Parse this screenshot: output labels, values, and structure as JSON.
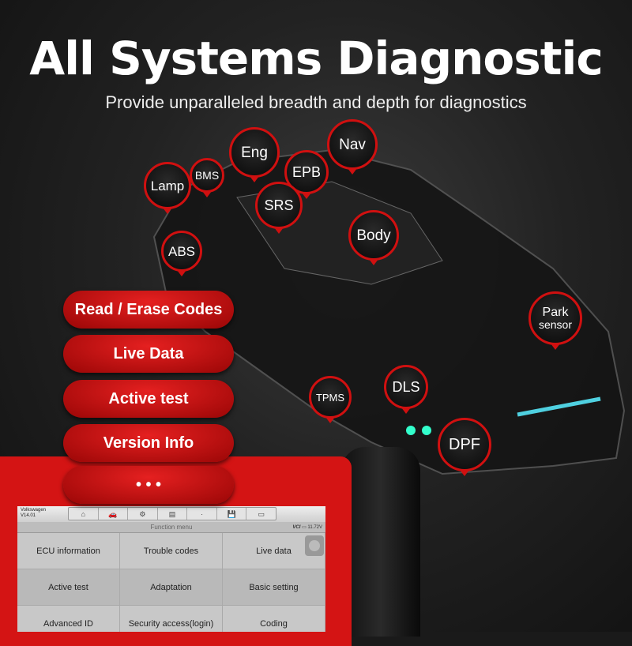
{
  "title": "All Systems Diagnostic",
  "subtitle": "Provide unparalleled breadth and depth for diagnostics",
  "badges": {
    "lamp": "Lamp",
    "bms": "BMS",
    "eng": "Eng",
    "epb": "EPB",
    "nav": "Nav",
    "srs": "SRS",
    "body": "Body",
    "abs": "ABS",
    "park1": "Park",
    "park2": "sensor",
    "tpms": "TPMS",
    "dls": "DLS",
    "dpf": "DPF"
  },
  "features": [
    "Read / Erase Codes",
    "Live Data",
    "Active test",
    "Version Info",
    "• • •"
  ],
  "tablet": {
    "brand": "Volkswagen",
    "version": "V14.01",
    "toolbar_icons": [
      "home-icon",
      "car-icon",
      "gear-icon",
      "print-icon",
      "blank-icon",
      "save-icon",
      "chat-icon"
    ],
    "menu_title": "Function menu",
    "vci": "VCI",
    "battery": "11.72V",
    "functions": [
      [
        "ECU information",
        "Trouble codes",
        "Live data"
      ],
      [
        "Active test",
        "Adaptation",
        "Basic setting"
      ],
      [
        "Advanced ID",
        "Security access(login)",
        "Coding"
      ]
    ]
  },
  "colors": {
    "accent": "#d01010"
  }
}
